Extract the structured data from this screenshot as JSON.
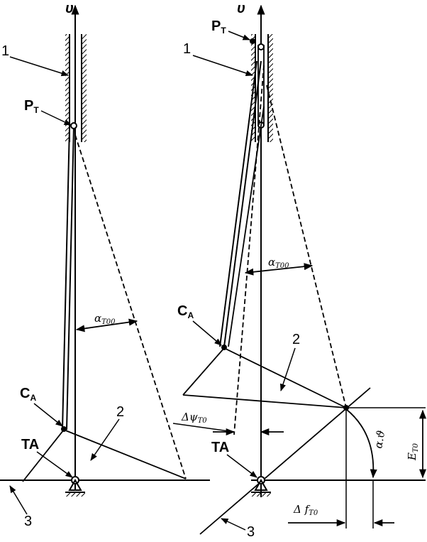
{
  "left_figure": {
    "axis_label": "υ",
    "callout_1": "1",
    "callout_2": "2",
    "callout_3": "3",
    "label_pt": "P",
    "label_pt_sub": "T",
    "label_ca": "C",
    "label_ca_sub": "A",
    "label_ta": "TA",
    "angle_label": "α",
    "angle_label_sub": "T00"
  },
  "right_figure": {
    "axis_label": "υ",
    "callout_1": "1",
    "callout_2": "2",
    "callout_3": "3",
    "label_pt": "P",
    "label_pt_sub": "T",
    "label_ca": "C",
    "label_ca_sub": "A",
    "label_ta": "TA",
    "angle_label": "α",
    "angle_label_sub": "T00",
    "delta_psi_label": "Δψ",
    "delta_psi_sub": "T0",
    "delta_f_label": "Δ f",
    "delta_f_sub": "T0",
    "epsilon_label": "E",
    "epsilon_sub": "T0",
    "alpha_arc_label": "α.ϑ"
  }
}
